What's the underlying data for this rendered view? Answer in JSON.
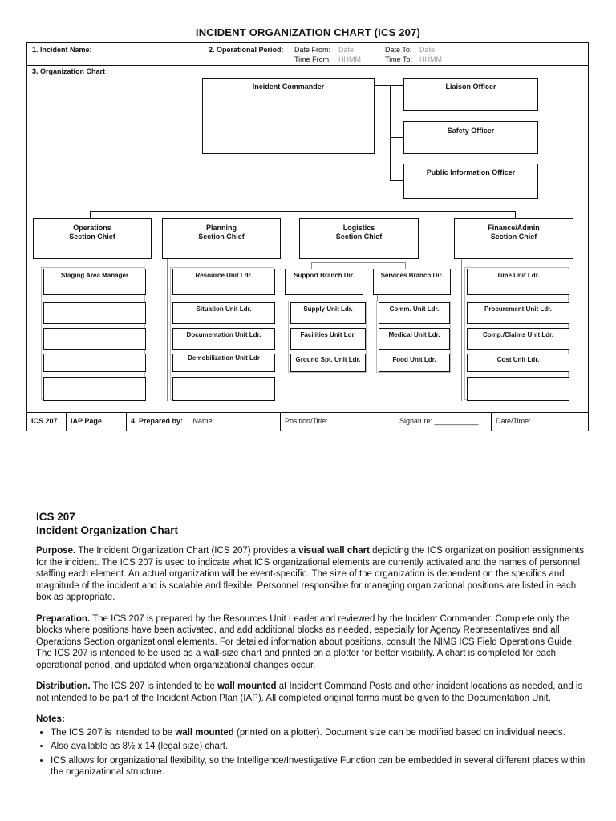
{
  "form": {
    "title": "INCIDENT ORGANIZATION CHART (ICS 207)",
    "incident_name_label": "1. Incident Name:",
    "op_period_label": "2. Operational Period:",
    "date_from_label": "Date From:",
    "date_from_value": "Date",
    "date_to_label": "Date To:",
    "date_to_value": "Date",
    "time_from_label": "Time From:",
    "time_from_value": "HHMM",
    "time_to_label": "Time To:",
    "time_to_value": "HHMM",
    "org_chart_label": "3. Organization Chart"
  },
  "chart": {
    "commander": "Incident Commander",
    "staff": [
      "Liaison Officer",
      "Safety Officer",
      "Public Information Officer"
    ],
    "sections": [
      {
        "line1": "Operations",
        "line2": "Section Chief"
      },
      {
        "line1": "Planning",
        "line2": "Section Chief"
      },
      {
        "line1": "Logistics",
        "line2": "Section Chief"
      },
      {
        "line1": "Finance/Admin",
        "line2": "Section Chief"
      }
    ],
    "operations_units": [
      "Staging Area Manager",
      "",
      "",
      "",
      ""
    ],
    "planning_units": [
      "Resource Unit Ldr.",
      "Situation Unit Ldr.",
      "Documentation Unit Ldr.",
      "Demobilization Unit Ldr",
      ""
    ],
    "logistics_branches": [
      "Support Branch Dir.",
      "Services Branch Dir."
    ],
    "support_units": [
      "Supply Unit Ldr.",
      "Facilities Unit Ldr.",
      "Ground Spt. Unit Ldr."
    ],
    "services_units": [
      "Comm. Unit Ldr.",
      "Medical Unit Ldr.",
      "Food Unit Ldr."
    ],
    "finance_units": [
      "Time Unit Ldr.",
      "Procurement Unit Ldr.",
      "Comp./Claims Unit Ldr.",
      "Cost Unit Ldr.",
      ""
    ]
  },
  "footer": {
    "form_id": "ICS 207",
    "iap_page": "IAP Page",
    "prepared_by": "4. Prepared by:",
    "name": "Name:",
    "position": "Position/Title:",
    "signature": "Signature: ___________",
    "datetime": "Date/Time:"
  },
  "instructions": {
    "title1": "ICS 207",
    "title2": "Incident Organization Chart",
    "purpose_head": "Purpose.",
    "purpose_a": "The Incident Organization Chart (ICS 207) provides a",
    "purpose_bold1": "visual wall chart",
    "purpose_b": "depicting the ICS organization position assignments for the incident. The ICS 207 is used to indicate what ICS organizational elements are currently activated and the names of personnel staffing each element. An actual organization will be event-specific. The size of the organization is dependent on the specifics and magnitude of the incident and is scalable and flexible. Personnel responsible for managing organizational positions are listed in each box as appropriate.",
    "prep_head": "Preparation.",
    "prep_text": "The ICS 207 is prepared by the Resources Unit Leader and reviewed by the Incident Commander. Complete only the blocks where positions have been activated, and add additional blocks as needed, especially for Agency Representatives and all Operations Section organizational elements. For detailed information about positions, consult the NIMS ICS Field Operations Guide. The ICS 207 is intended to be used as a wall-size chart and printed on a plotter for better visibility. A chart is completed for each operational period, and updated when organizational changes occur.",
    "dist_head": "Distribution.",
    "dist_a": "The ICS 207 is intended to be",
    "dist_bold": "wall mounted",
    "dist_b": "at Incident Command Posts and other incident locations as needed, and is not intended to be part of the Incident Action Plan (IAP). All completed original forms must be given to the Documentation Unit.",
    "notes_head": "Notes:",
    "note1_a": "The ICS 207 is intended to be",
    "note1_bold": "wall mounted",
    "note1_b": "(printed on a plotter). Document size can be modified based on individual needs.",
    "note2": "Also available as 8½ x 14 (legal size) chart.",
    "note3": "ICS allows for organizational flexibility, so the Intelligence/Investigative Function can be embedded in several different places within the organizational structure."
  }
}
